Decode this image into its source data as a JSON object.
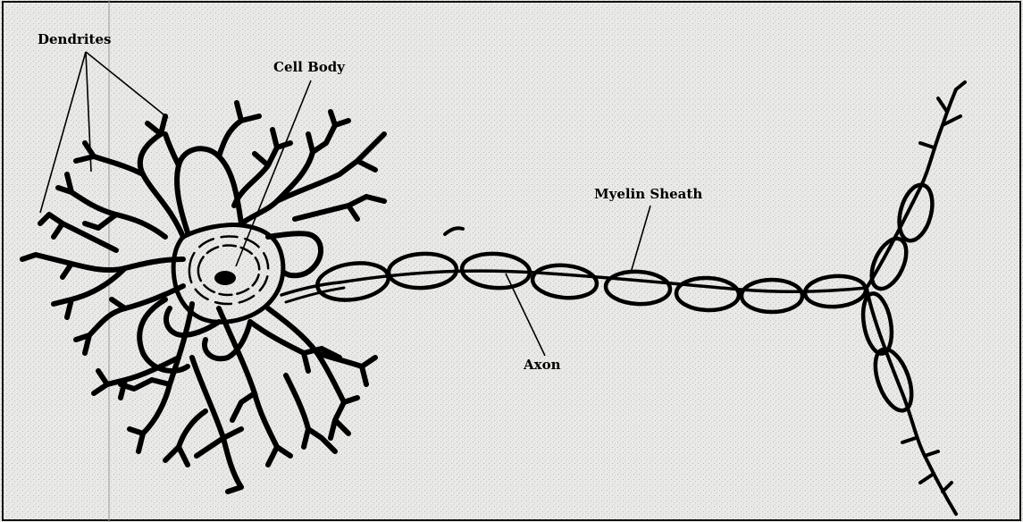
{
  "labels": {
    "dendrites": "Dendrites",
    "cell_body": "Cell Body",
    "myelin_sheath": "Myelin Sheath",
    "axon": "Axon"
  },
  "colors": {
    "paper": "#e8e8e6",
    "ink": "#000000",
    "frame": "#111111"
  }
}
